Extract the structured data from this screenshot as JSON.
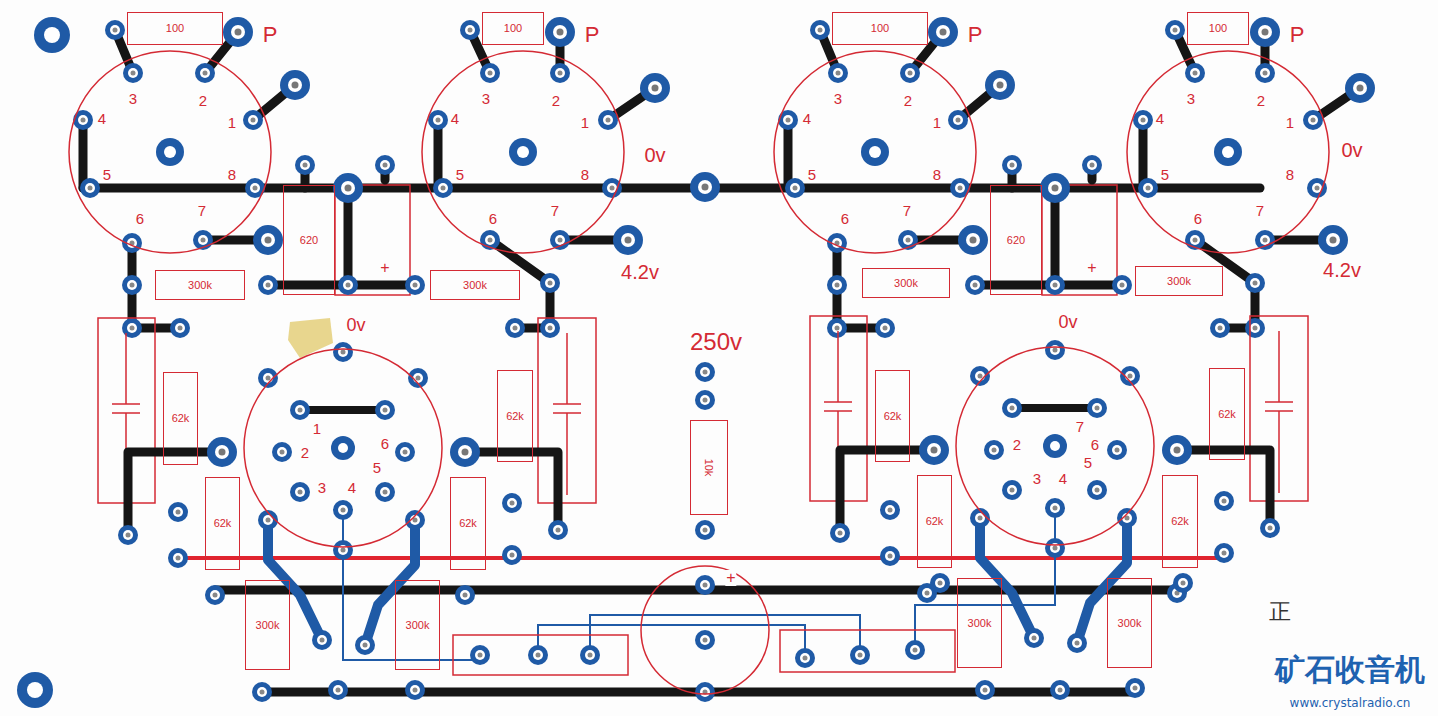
{
  "diagram": {
    "nodes": [
      {
        "text": [
          "100"
        ]
      },
      {
        "text": [
          "100"
        ]
      },
      {
        "text": [
          "100"
        ]
      },
      {
        "text": [
          "100"
        ]
      },
      {
        "text": [
          "3",
          "2",
          "1",
          "4",
          "5",
          "8",
          "6",
          "7"
        ]
      },
      {
        "text": [
          "3",
          "2",
          "1",
          "4",
          "5",
          "8",
          "6",
          "7"
        ]
      },
      {
        "text": [
          "3",
          "2",
          "1",
          "4",
          "5",
          "8",
          "6",
          "7"
        ]
      },
      {
        "text": [
          "3",
          "2",
          "1",
          "4",
          "5",
          "8",
          "6",
          "7"
        ]
      },
      {
        "text": [
          "620"
        ]
      },
      {
        "text": [
          "620"
        ]
      },
      {
        "text": [
          "300k"
        ]
      },
      {
        "text": [
          "300k"
        ]
      },
      {
        "text": [
          "300k"
        ]
      },
      {
        "text": [
          "300k"
        ]
      },
      {
        "text": [
          "1",
          "2",
          "3",
          "4",
          "5",
          "6"
        ]
      },
      {
        "text": [
          "7",
          "2",
          "6",
          "3",
          "4",
          "5"
        ]
      },
      {
        "text": [
          "62k"
        ]
      },
      {
        "text": [
          "62k"
        ]
      },
      {
        "text": [
          "62k"
        ]
      },
      {
        "text": [
          "62k"
        ]
      },
      {
        "text": [
          "10k"
        ]
      },
      {
        "text": [
          "62k"
        ]
      },
      {
        "text": [
          "62k"
        ]
      },
      {
        "text": [
          "62k"
        ]
      },
      {
        "text": [
          "62k"
        ]
      },
      {
        "text": [
          "300k"
        ]
      },
      {
        "text": [
          "300k"
        ]
      },
      {
        "text": [
          "300k"
        ]
      },
      {
        "text": [
          "300k"
        ]
      },
      {
        "text": [
          "+"
        ]
      }
    ],
    "labels": [
      "P",
      "P",
      "P",
      "P",
      "0v",
      "0v",
      "4.2v",
      "4.2v",
      "+",
      "+",
      "0v",
      "0v",
      "250v",
      "正",
      "矿石收音机",
      "www.crystalradio.cn"
    ]
  }
}
